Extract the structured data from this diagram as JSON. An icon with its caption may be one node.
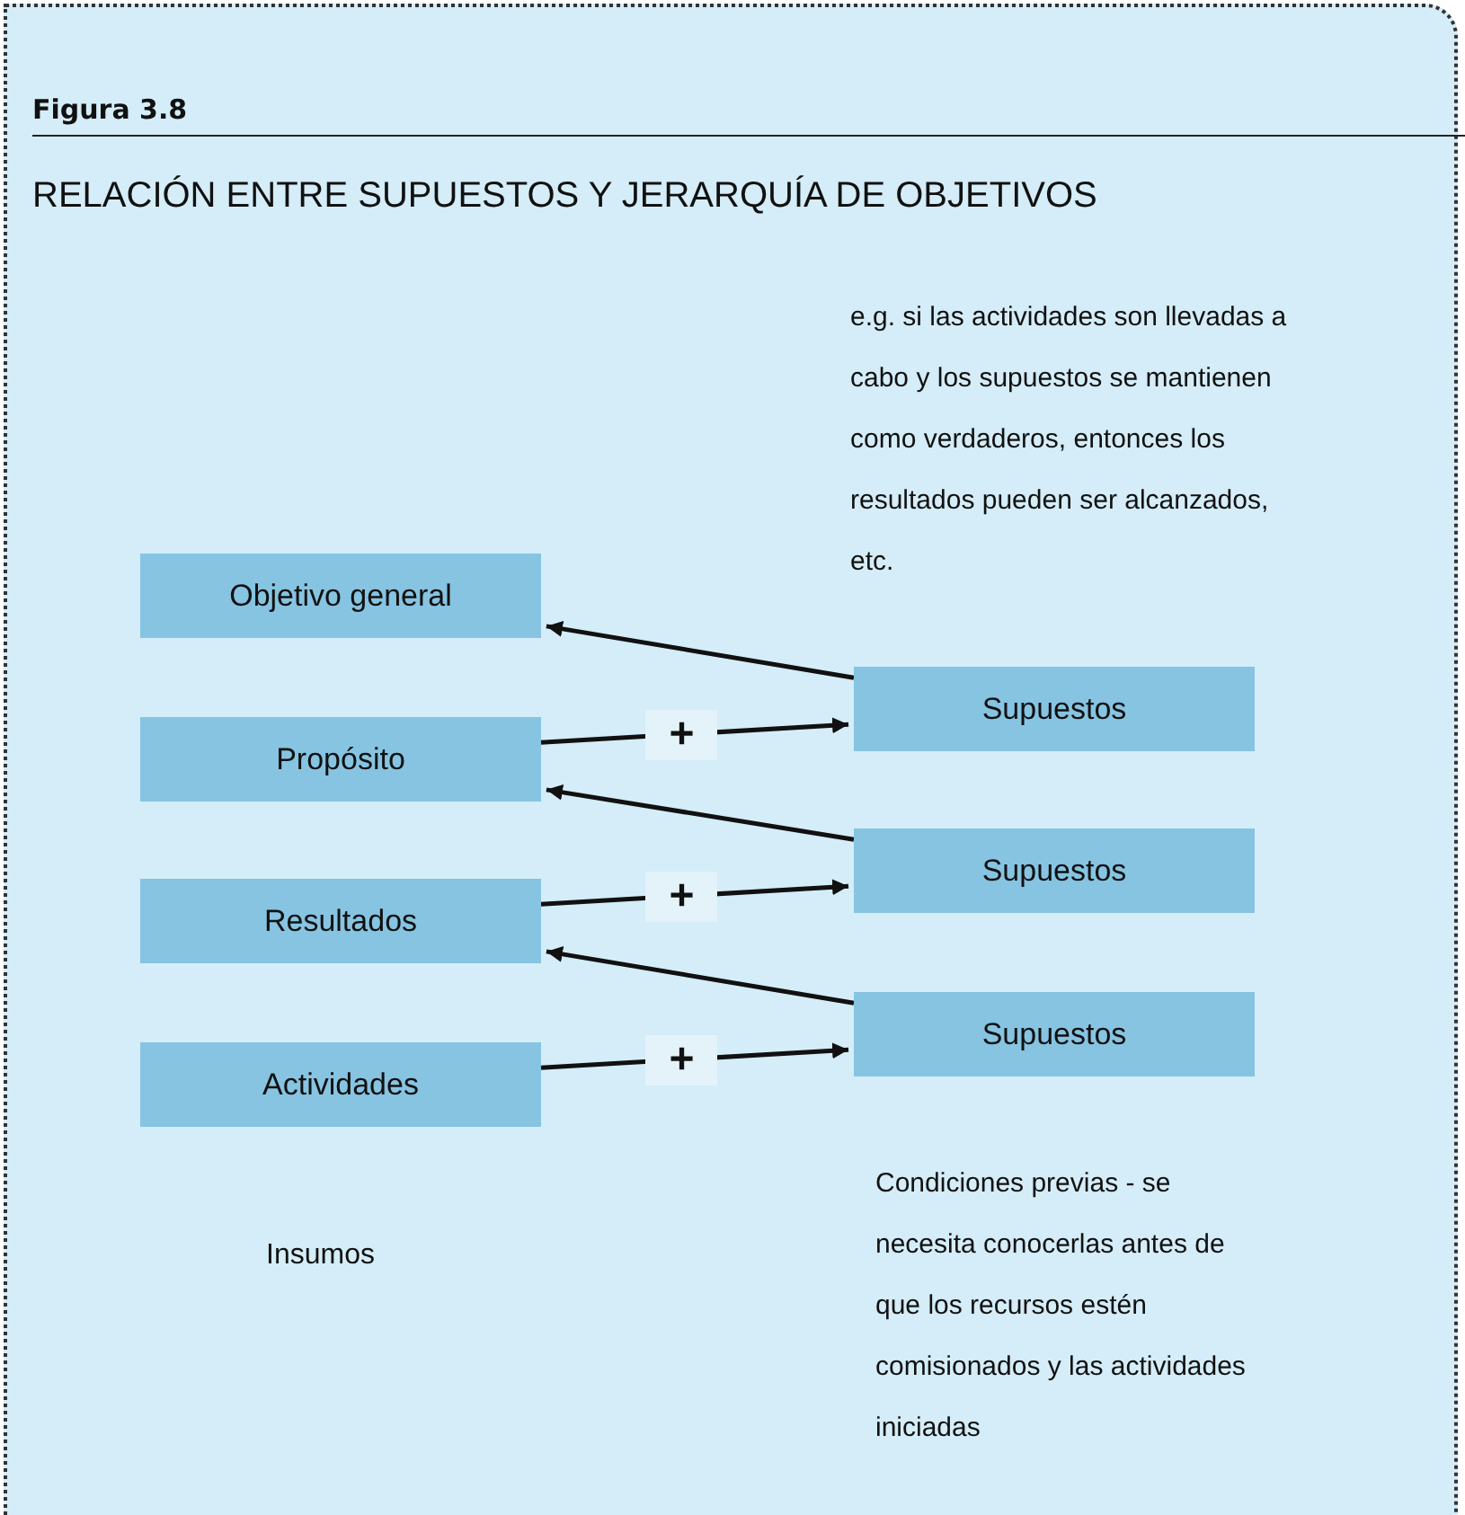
{
  "diagram": {
    "title": "RELACIÓN ENTRE SUPUESTOS Y JERARQUÍA DE OBJETIVOS",
    "nodes": [
      {
        "text": [
          "Objetivo general"
        ]
      },
      {
        "text": [
          "Propósito"
        ]
      },
      {
        "text": [
          "Resultados"
        ]
      },
      {
        "text": [
          "Actividades"
        ]
      },
      {
        "text": [
          "Supuestos"
        ]
      },
      {
        "text": [
          "Supuestos"
        ]
      },
      {
        "text": [
          "Supuestos"
        ]
      }
    ],
    "edges": [
      {
        "from": 4,
        "to": 0,
        "arrow": "to"
      },
      {
        "from": 1,
        "to": 4,
        "arrow": "to",
        "label": "+"
      },
      {
        "from": 5,
        "to": 1,
        "arrow": "to"
      },
      {
        "from": 2,
        "to": 5,
        "arrow": "to",
        "label": "+"
      },
      {
        "from": 6,
        "to": 2,
        "arrow": "to"
      },
      {
        "from": 3,
        "to": 6,
        "arrow": "to",
        "label": "+"
      }
    ],
    "labels": [
      "Figura 3.8",
      "e.g. si las actividades son llevadas a cabo y los supuestos se mantienen como verdaderos, entonces los resultados pueden ser alcanzados, etc.",
      "Insumos",
      "Condiciones previas - se necesita conocerlas antes de que los recursos estén comisionados y las actividades iniciadas"
    ]
  }
}
